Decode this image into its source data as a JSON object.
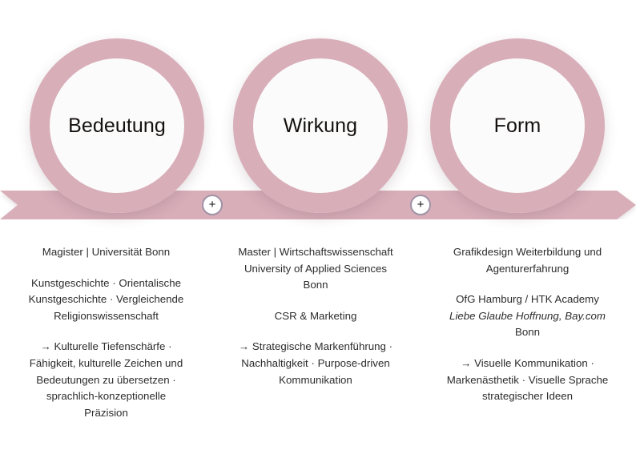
{
  "theme": {
    "ribbon_color": "#d8aeb9",
    "ring_color": "#d8aeb9",
    "circle_fill": "#fbfbfb",
    "node_border": "#a093a6",
    "text_color": "#2c2c2c",
    "heading_color": "#15110f",
    "background": "#ffffff"
  },
  "circles": [
    {
      "id": "bedeutung",
      "label": "Bedeutung"
    },
    {
      "id": "wirkung",
      "label": "Wirkung"
    },
    {
      "id": "form",
      "label": "Form"
    }
  ],
  "connectors": [
    {
      "id": "plus-1",
      "glyph": "+",
      "icon": "plus-icon"
    },
    {
      "id": "plus-2",
      "glyph": "+",
      "icon": "plus-icon"
    }
  ],
  "columns": [
    {
      "id": "column-bedeutung",
      "heading": "Magister | Universität Bonn",
      "subject_lines": [
        "Kunstgeschichte · Orientalische",
        "Kunstgeschichte · Vergleichende",
        "Religionswissenschaft"
      ],
      "outcome_lines": [
        "→ Kulturelle Tiefenschärfe ·",
        "Fähigkeit, kulturelle Zeichen und",
        "Bedeutungen zu übersetzen ·",
        "sprachlich-konzeptionelle",
        "Präzision"
      ]
    },
    {
      "id": "column-wirkung",
      "heading_lines": [
        "Master | Wirtschaftswissenschaft",
        "University of Applied Sciences",
        "Bonn"
      ],
      "subject_lines": [
        "CSR & Marketing"
      ],
      "outcome_lines": [
        "→ Strategische Markenführung ·",
        "Nachhaltigkeit · Purpose-driven",
        "Kommunikation"
      ]
    },
    {
      "id": "column-form",
      "heading_lines": [
        "Grafikdesign Weiterbildung und",
        "Agenturerfahrung"
      ],
      "subject_lines": [
        "OfG Hamburg / HTK Academy",
        "Liebe Glaube Hoffnung,  Bay.com",
        "Bonn"
      ],
      "subject_italic_index": 1,
      "outcome_lines": [
        "→ Visuelle Kommunikation ·",
        "Markenästhetik · Visuelle Sprache",
        "strategischer Ideen"
      ]
    }
  ]
}
